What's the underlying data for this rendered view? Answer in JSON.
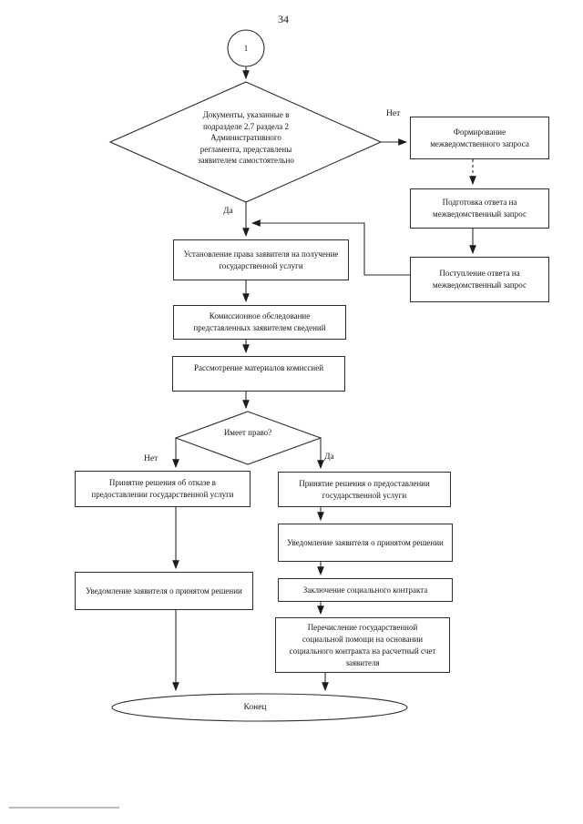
{
  "page_number": "34",
  "connector_circle_label": "1",
  "labels": {
    "yes": "Да",
    "no": "Нет"
  },
  "nodes": {
    "decision_documents": "Документы, указанные в\nподразделе 2.7 раздела 2\nАдминистративного\nрегламента, представлены\nзаявителем самостоятельно",
    "form_request": "Формирование межведомственного запроса",
    "prepare_response": "Подготовка ответа на межведомственный запрос",
    "receive_response": "Поступление ответа на межведомственный запрос",
    "establish_right": "Установление права заявителя на получение государственной услуги",
    "commission_survey": "Комиссионное обследование представленных заявителем сведений",
    "review_materials": "Рассмотрение материалов комиссией",
    "decision_eligible": "Имеет право?",
    "refuse_decision": "Принятие решения об отказе в предоставлении государственной услуги",
    "refuse_notify": "Уведомление заявителя о принятом решении",
    "grant_decision": "Принятие решения о предоставлении государственной услуги",
    "grant_notify": "Уведомление заявителя о принятом решении",
    "contract": "Заключение социального контракта",
    "transfer": "Перечисление государственной\nсоциальной помощи на основании\nсоциального контракта на расчетный счет\nзаявителя",
    "end": "Конец"
  },
  "colors": {
    "line": "#2e2e2e",
    "footnote_rule": "#7a7a7a"
  }
}
